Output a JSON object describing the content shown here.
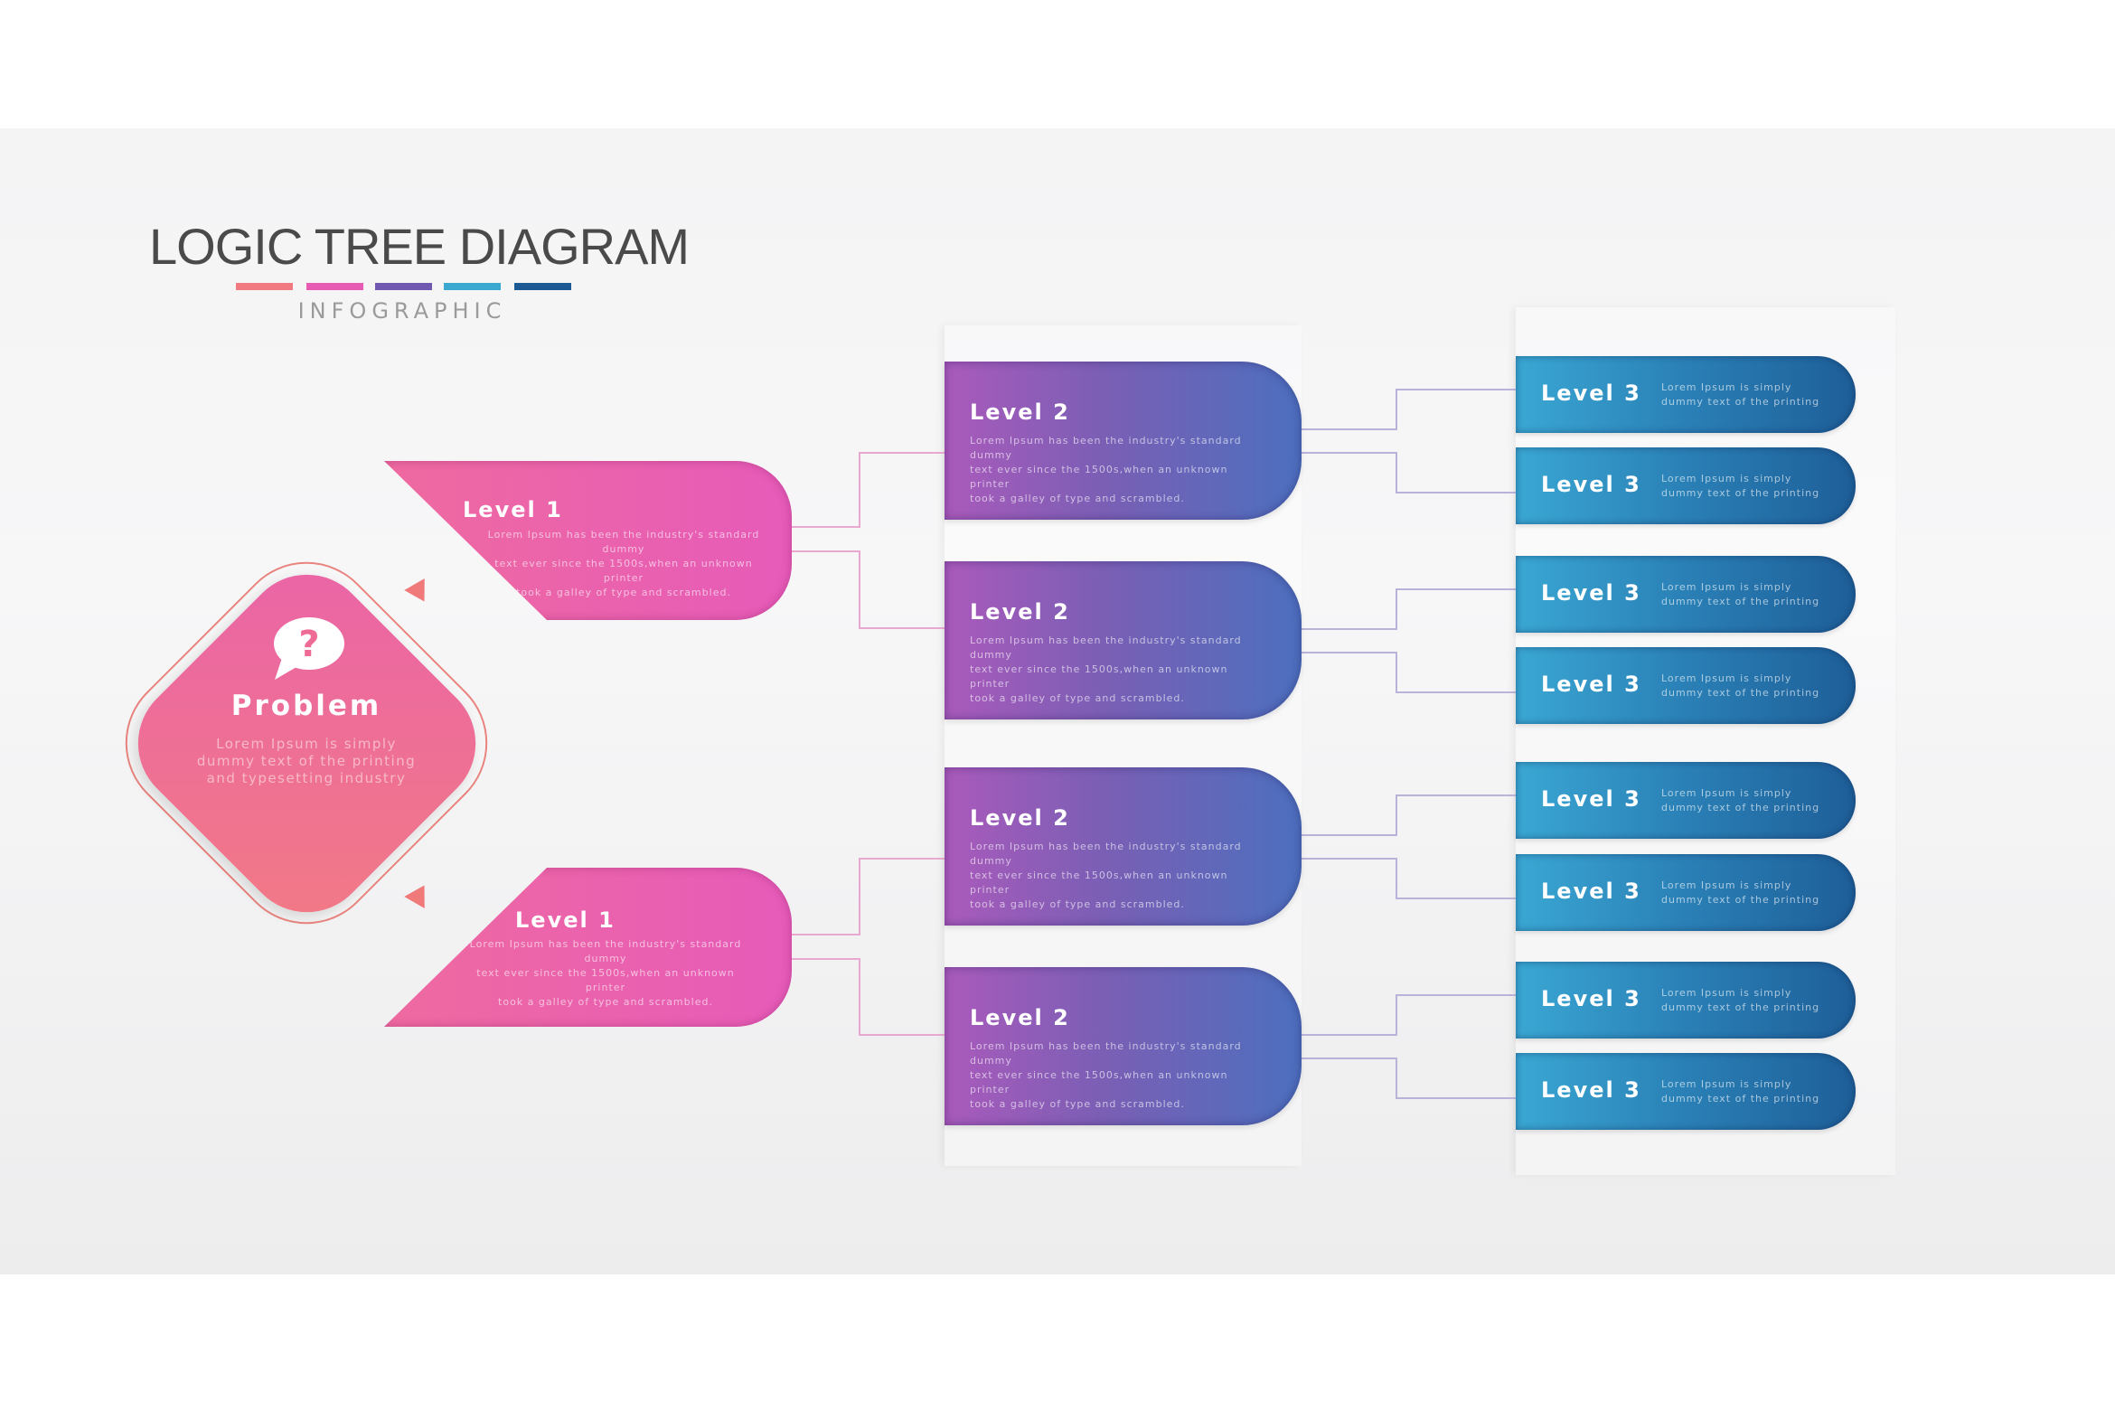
{
  "header": {
    "title": "LOGIC TREE DIAGRAM",
    "subtitle": "INFOGRAPHIC",
    "color_bars": [
      "#f07a80",
      "#e85bb4",
      "#7057b0",
      "#3aa8cf",
      "#1d5a93"
    ]
  },
  "problem": {
    "icon": "question-speech-bubble-icon",
    "title": "Problem",
    "description": [
      "Lorem Ipsum is simply",
      "dummy text of the printing",
      "and typesetting industry"
    ]
  },
  "level1": [
    {
      "title": "Level 1",
      "description": [
        "Lorem Ipsum has been the industry's standard dummy",
        "text ever since the 1500s,when an unknown printer",
        "took a galley of type and scrambled."
      ]
    },
    {
      "title": "Level 1",
      "description": [
        "Lorem Ipsum has been the industry's standard dummy",
        "text ever since the 1500s,when an unknown printer",
        "took a galley of type and scrambled."
      ]
    }
  ],
  "level2": [
    {
      "title": "Level 2",
      "description": [
        "Lorem Ipsum has been the industry's standard dummy",
        "text ever since the 1500s,when an unknown printer",
        "took a galley of type and scrambled."
      ]
    },
    {
      "title": "Level 2",
      "description": [
        "Lorem Ipsum has been the industry's standard dummy",
        "text ever since the 1500s,when an unknown printer",
        "took a galley of type and scrambled."
      ]
    },
    {
      "title": "Level 2",
      "description": [
        "Lorem Ipsum has been the industry's standard dummy",
        "text ever since the 1500s,when an unknown printer",
        "took a galley of type and scrambled."
      ]
    },
    {
      "title": "Level 2",
      "description": [
        "Lorem Ipsum has been the industry's standard dummy",
        "text ever since the 1500s,when an unknown printer",
        "took a galley of type and scrambled."
      ]
    }
  ],
  "level3": [
    {
      "title": "Level 3",
      "description": [
        "Lorem Ipsum is simply",
        "dummy text of the printing"
      ]
    },
    {
      "title": "Level 3",
      "description": [
        "Lorem Ipsum is simply",
        "dummy text of the printing"
      ]
    },
    {
      "title": "Level 3",
      "description": [
        "Lorem Ipsum is simply",
        "dummy text of the printing"
      ]
    },
    {
      "title": "Level 3",
      "description": [
        "Lorem Ipsum is simply",
        "dummy text of the printing"
      ]
    },
    {
      "title": "Level 3",
      "description": [
        "Lorem Ipsum is simply",
        "dummy text of the printing"
      ]
    },
    {
      "title": "Level 3",
      "description": [
        "Lorem Ipsum is simply",
        "dummy text of the printing"
      ]
    },
    {
      "title": "Level 3",
      "description": [
        "Lorem Ipsum is simply",
        "dummy text of the printing"
      ]
    },
    {
      "title": "Level 3",
      "description": [
        "Lorem Ipsum is simply",
        "dummy text of the printing"
      ]
    }
  ],
  "colors": {
    "problem": "#ee6b95",
    "level1": "#e95fb0",
    "level2_start": "#aa5abb",
    "level2_end": "#4c6fbe",
    "level3_start": "#3aa7d3",
    "level3_end": "#1e5e98",
    "connector_l1": "#e8a8cf",
    "connector_l2": "#b9b3da",
    "triangle": "#f07a7a"
  }
}
